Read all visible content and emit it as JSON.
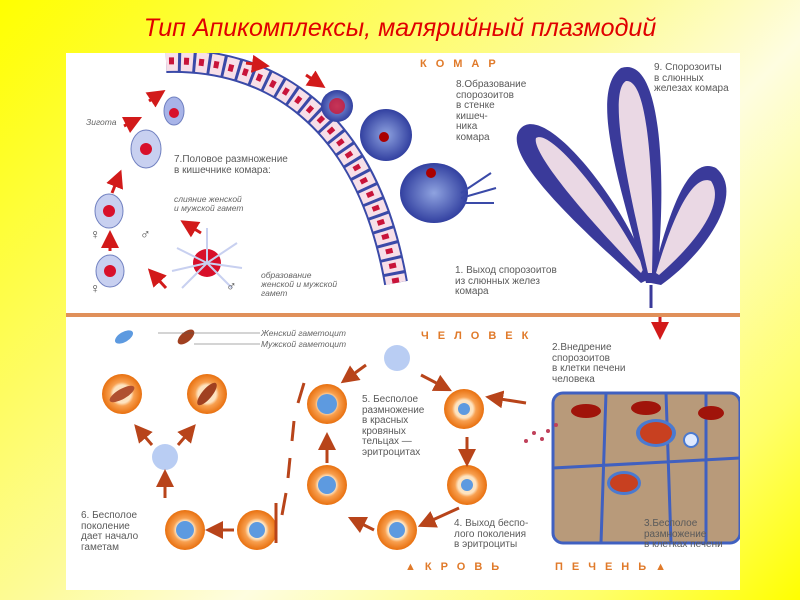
{
  "title": "Тип Апикомплексы, малярийный плазмодий",
  "colors": {
    "background": "#ffff00",
    "title": "#e00000",
    "section_label": "#e07a2a",
    "mosquito_tissue": "#3a4aa8",
    "parasite_red": "#d8102a",
    "erythrocyte": "#f07a1a",
    "arrow_red": "#d21a1a",
    "arrow_brown": "#b8441a",
    "liver_tissue": "#b89a7a",
    "divider": "#e0905a"
  },
  "sections": {
    "mosquito": "КОМАР",
    "human": "ЧЕЛОВЕК",
    "blood": "▲КРОВЬ",
    "liver": "ПЕЧЕНЬ▲"
  },
  "stages": {
    "s1": "1. Выход спорозоитов\nиз слюнных желез\nкомара",
    "s2": "2.Внедрение\nспорозоитов\nв клетки печени\nчеловека",
    "s3": "3.Бесполое\nразмножение\nв клетках печени",
    "s4": "4. Выход беспо-\nлого поколения\nв эритроциты",
    "s5": "5. Бесполое\nразмножение\nв красных\nкровяных\nтельцах —\nэритроцитах",
    "s6": "6. Бесполое\nпоколение\nдает начало\nгаметам",
    "s7": "7.Половое размножение\nв кишечнике комара:",
    "s8": "8.Образование\nспорозоитов\nв стенке\nкишеч-\nника\nкомара",
    "s9": "9. Спорозоиты\nв слюнных\nжелезах комара"
  },
  "annotations": {
    "zygote": "Зигота",
    "fusion": "слияние женской\nи мужской гамет",
    "formation": "образование\nженской и мужской\nгамет",
    "female_gametocyte": "Женский гаметоцит",
    "male_gametocyte": "Мужской гаметоцит",
    "female_symbol": "♀",
    "male_symbol": "♂"
  }
}
